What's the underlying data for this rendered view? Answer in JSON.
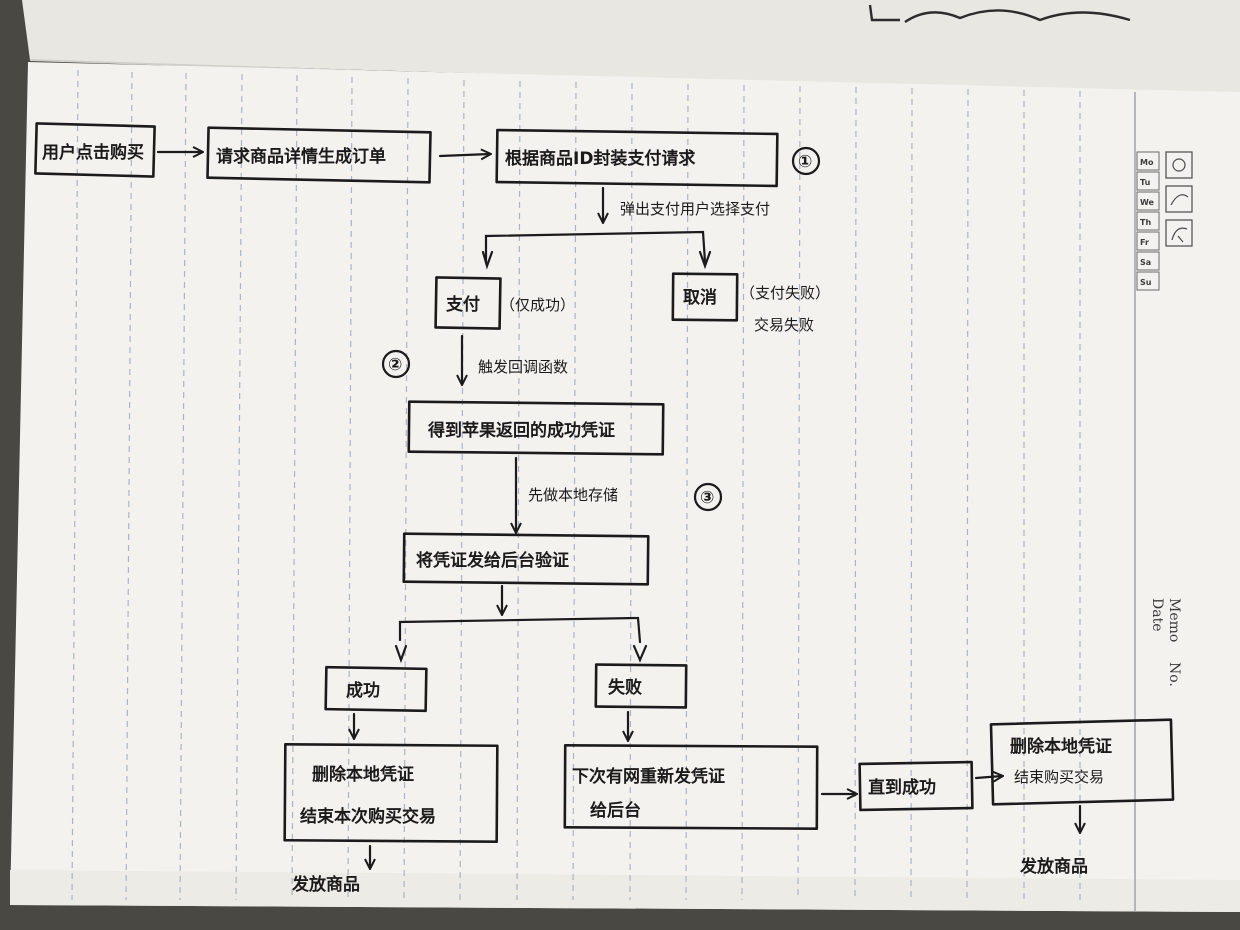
{
  "notebook": {
    "weekdays": [
      "Mo",
      "Tu",
      "We",
      "Th",
      "Fr",
      "Sa",
      "Su"
    ],
    "memo_label": "Memo",
    "no_label": "No.",
    "date_label": "Date"
  },
  "diagram": {
    "nodes": {
      "user_buy": "用户点击购买",
      "request_order": "请求商品详情生成订单",
      "pay_request": "根据商品ID封装支付请求",
      "pay": "支付",
      "pay_note": "（仅成功）",
      "cancel": "取消",
      "cancel_note_1": "（支付失败）",
      "cancel_note_2": "交易失败",
      "receipt": "得到苹果返回的成功凭证",
      "verify": "将凭证发给后台验证",
      "success": "成功",
      "fail": "失败",
      "delete_1": "删除本地凭证",
      "end_1": "结束本次购买交易",
      "resend_1": "下次有网重新发凭证",
      "resend_2": "给后台",
      "until_success": "直到成功",
      "delete_2": "删除本地凭证",
      "end_2": "结束购买交易",
      "deliver_1": "发放商品",
      "deliver_2": "发放商品"
    },
    "edges": {
      "popup": "弹出支付用户选择支付",
      "callback": "触发回调函数",
      "local_store": "先做本地存储"
    },
    "step_numbers": [
      "①",
      "②",
      "③"
    ]
  },
  "colors": {
    "paper": "#f3f2ee",
    "ink": "#1b1b1b",
    "rule_line": "#a9b3c4"
  }
}
